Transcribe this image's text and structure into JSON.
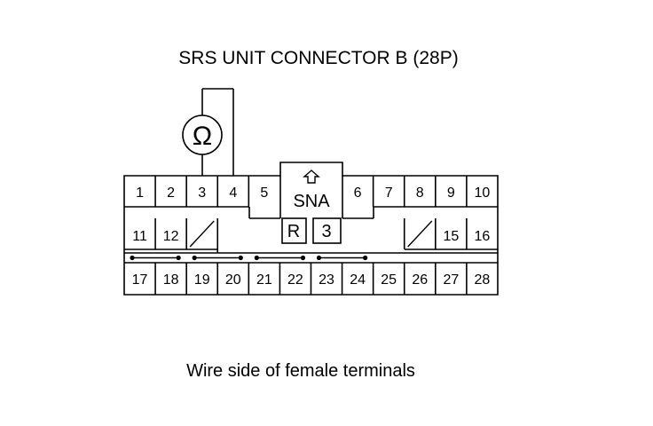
{
  "title": "SRS UNIT CONNECTOR B (28P)",
  "caption": "Wire side of female terminals",
  "meter": {
    "symbol": "Ω",
    "icon": "ohmmeter-icon",
    "probe_pins": [
      "3",
      "4"
    ]
  },
  "housing": {
    "label": "SNA",
    "arrow_icon": "up-arrow-icon",
    "marks": [
      "R",
      "3"
    ]
  },
  "rows": {
    "top": [
      "1",
      "2",
      "3",
      "4",
      "5",
      "6",
      "7",
      "8",
      "9",
      "10"
    ],
    "middle_left": [
      "11",
      "12"
    ],
    "middle_right": [
      "15",
      "16"
    ],
    "bottom": [
      "17",
      "18",
      "19",
      "20",
      "21",
      "22",
      "23",
      "24",
      "25",
      "26",
      "27",
      "28"
    ]
  },
  "shorting_bars": [
    [
      "17",
      "18"
    ],
    [
      "19",
      "20"
    ],
    [
      "21",
      "22"
    ],
    [
      "23",
      "24"
    ]
  ]
}
